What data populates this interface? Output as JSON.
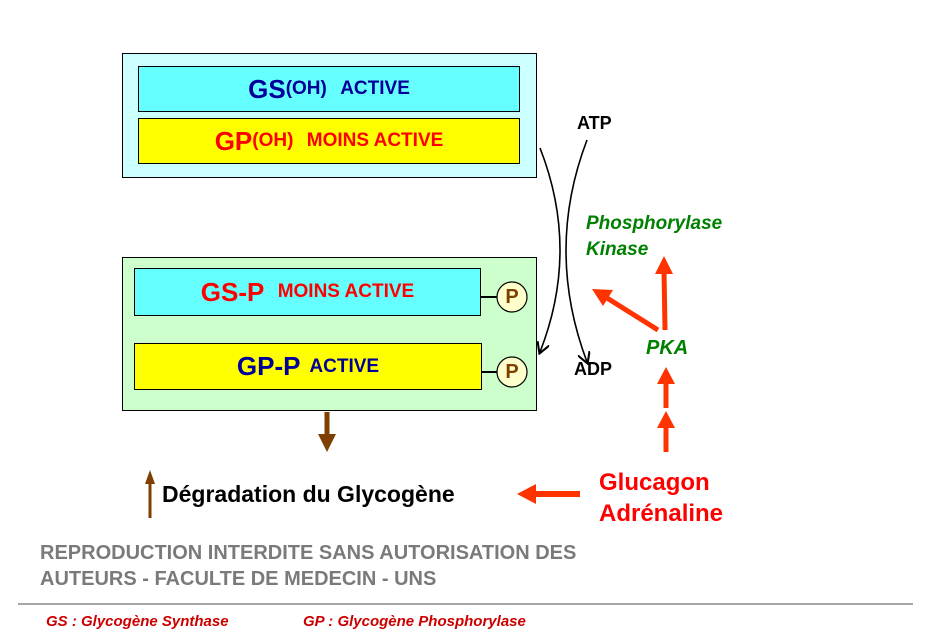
{
  "active_state": {
    "gs": {
      "name": "GS",
      "suffix": "(OH)",
      "status": "ACTIVE"
    },
    "gp": {
      "name": "GP",
      "suffix": "(OH)",
      "status": "MOINS ACTIVE"
    }
  },
  "phospho_state": {
    "gs": {
      "name": "GS-P",
      "status": "MOINS ACTIVE",
      "phosphate": "P"
    },
    "gp": {
      "name": "GP-P",
      "status": "ACTIVE",
      "phosphate": "P"
    }
  },
  "atp": "ATP",
  "adp": "ADP",
  "enzyme_line1": "Phosphorylase",
  "enzyme_line2": "Kinase",
  "pka": "PKA",
  "hormone_line1": "Glucagon",
  "hormone_line2": "Adrénaline",
  "outcome": "Dégradation du Glycogène",
  "footer": {
    "gs_def": "GS : Glycogène Synthase",
    "gp_def": "GP : Glycogène Phosphorylase"
  },
  "watermark": "REPRODUCTION INTERDITE SANS AUTORISATION DES AUTEURS - FACULTE DE MEDECIN - UNS",
  "colors": {
    "cyan": "#66ffff",
    "yellow": "#ffff00",
    "red": "#ff0000",
    "arrow_red": "#ff3300",
    "navy": "#000099",
    "green": "#008000",
    "brown": "#7f3f00"
  }
}
